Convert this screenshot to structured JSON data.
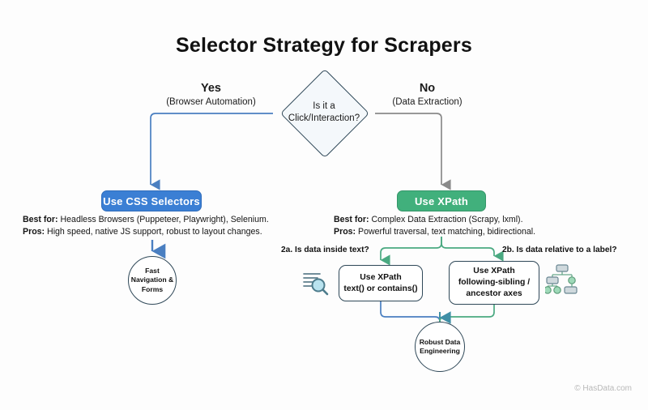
{
  "title": "Selector Strategy for Scrapers",
  "decision": {
    "text_line1": "Is it a",
    "text_line2": "Click/Interaction?"
  },
  "branches": {
    "yes": {
      "answer": "Yes",
      "detail": "(Browser Automation)"
    },
    "no": {
      "answer": "No",
      "detail": "(Data Extraction)"
    }
  },
  "css_branch": {
    "pill_label": "Use CSS Selectors",
    "best_for_label": "Best for:",
    "best_for_value": " Headless Browsers (Puppeteer, Playwright), Selenium.",
    "pros_label": "Pros:",
    "pros_value": " High speed, native JS support, robust to layout changes.",
    "outcome_line1": "Fast",
    "outcome_line2": "Navigation &",
    "outcome_line3": "Forms"
  },
  "xpath_branch": {
    "pill_label": "Use XPath",
    "best_for_label": "Best for:",
    "best_for_value": " Complex Data Extraction (Scrapy, lxml).",
    "pros_label": "Pros:",
    "pros_value": " Powerful traversal, text matching, bidirectional.",
    "question_2a": "2a. Is data inside text?",
    "question_2b": "2b. Is data relative to a label?",
    "box_2a_line1": "Use XPath",
    "box_2a_line2": "text() or contains()",
    "box_2b_line1": "Use XPath",
    "box_2b_line2": "following-sibling /",
    "box_2b_line3": "ancestor axes",
    "outcome_line1": "Robust Data",
    "outcome_line2": "Engineering"
  },
  "icons": {
    "text_search": "text-search-icon",
    "dom_tree": "dom-tree-icon"
  },
  "footer": "© HasData.com",
  "colors": {
    "background": "#fdfdfd",
    "css_blue": "#3b7fd4",
    "xpath_green": "#41b07c",
    "outline_dark": "#2f4858",
    "gray_wire": "#8a8a8a",
    "teal_wire": "#3f8fa6",
    "footer_gray": "#b9b9b9"
  }
}
